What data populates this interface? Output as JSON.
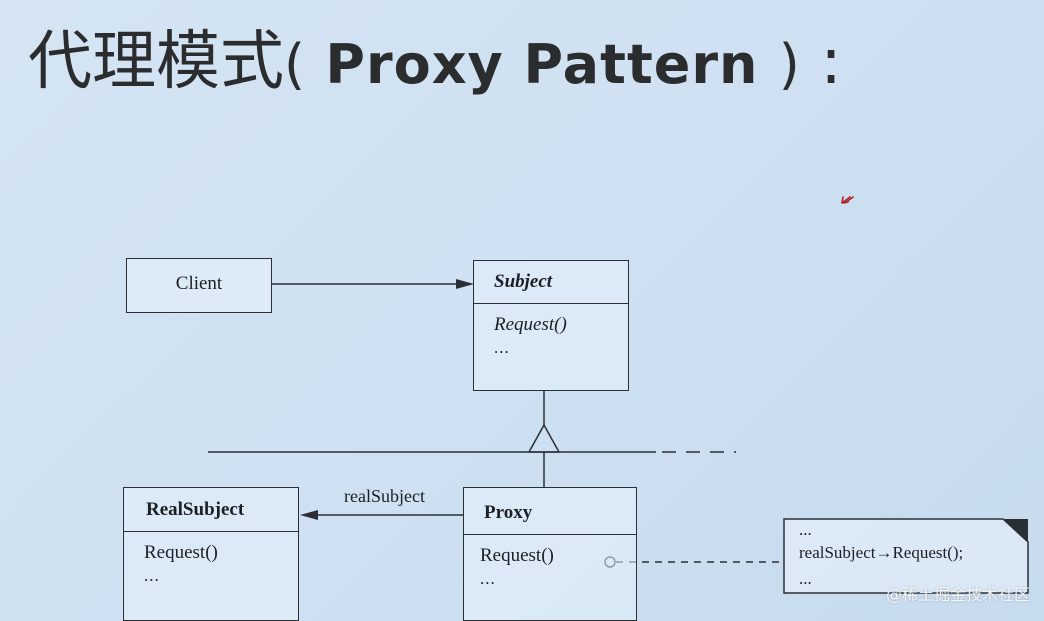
{
  "title": {
    "zh": "代理模式",
    "open_paren": "(",
    "en": "Proxy Pattern",
    "close_paren": ")",
    "colon": ":"
  },
  "diagram": {
    "client": {
      "name": "Client"
    },
    "subject": {
      "name": "Subject",
      "operation": "Request()",
      "ellipsis": "..."
    },
    "real_subject": {
      "name": "RealSubject",
      "operation": "Request()",
      "ellipsis": "..."
    },
    "proxy": {
      "name": "Proxy",
      "operation": "Request()",
      "ellipsis": "..."
    },
    "association_label": "realSubject",
    "note": {
      "line1": "...",
      "line2": "realSubject→Request();",
      "line3": "..."
    }
  },
  "watermark": "@稀土掘金技术社区",
  "icons": {
    "cursor": "pen-cursor-icon"
  },
  "colors": {
    "background": "#cfe1f2",
    "line": "#2a2f36",
    "cursor": "#b0202a"
  }
}
